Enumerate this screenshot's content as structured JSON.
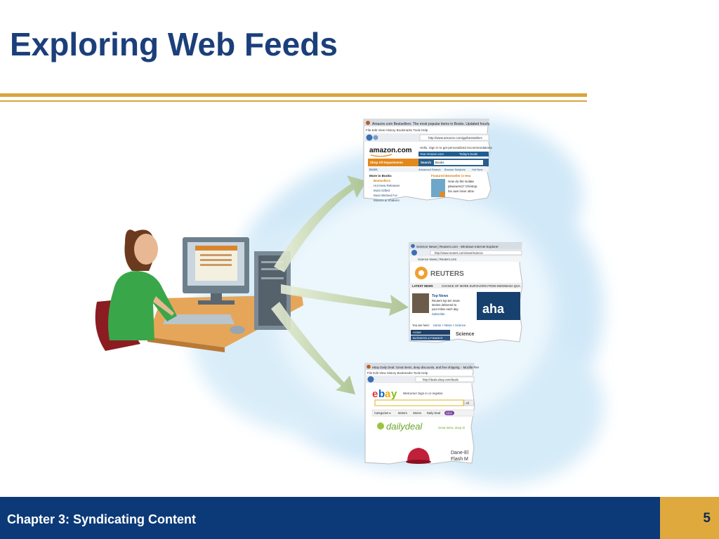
{
  "slide": {
    "title": "Exploring Web Feeds",
    "footer": "Chapter 3: Syndicating Content",
    "page_number": "5"
  },
  "colors": {
    "title": "#1b3f7a",
    "rule": "#d9a53c",
    "footer_bg": "#0c3a78",
    "page_box": "#e0a93e"
  },
  "browsers": {
    "amazon": {
      "window_title": "Amazon.com Bestsellers: The most popular items in Books. Updated hourly.",
      "menu": "File  Edit  View  History  Bookmarks  Tools  Help",
      "url": "http://www.amazon.com/gp/bestsellers",
      "logo": "amazon.com",
      "greeting": "Hello. Sign in to get personalized recommendations",
      "your_amazon": "Your Amazon.com",
      "todays_deals": "Today's Deals",
      "shop_all": "Shop All Departments",
      "search_label": "Search",
      "search_value": "Books",
      "nav_books": "Books",
      "advanced_search": "Advanced Search",
      "browse_subjects": "Browse Subjects",
      "new_releases": "Hot New",
      "more_in_books": "More in Books",
      "links": [
        "Bestsellers",
        "Hot New Releases",
        "Most Gifted",
        "Most Wished For",
        "Movers & Shakers"
      ],
      "featured": "Featured Bestseller in Hea",
      "featured_text": [
        "How do the isolate",
        "pleasures)? Christop",
        "his own inner ultra-"
      ]
    },
    "reuters": {
      "window_title": "Science News | Reuters.com - Windows Internet Explorer",
      "url": "http://www.reuters.com/news/science",
      "tab": "Science News | Reuters.com",
      "logo": "REUTERS",
      "latest_news": "LATEST NEWS",
      "ticker": "CHANCE OF MORE SURVIVORS FROM INDONESIA QUA",
      "top_news": "Top News",
      "top_news_text": [
        "Reuters top ten news",
        "stories delivered to",
        "your inbox each day."
      ],
      "subscribe": "Subscribe",
      "ad": "aha",
      "you_are_here": "You are here:",
      "breadcrumb": "Home > News > Science",
      "section_home": "HOME",
      "section_business": "BUSINESS & FINANCE",
      "section_title": "Science"
    },
    "ebay": {
      "window_title": "eBay Daily Deal: Great items, deep discounts, and free shipping. - Mozilla Fire",
      "menu": "File  Edit  View  History  Bookmarks  Tools  Help",
      "url": "http://deals.ebay.com/deals",
      "logo_letters": [
        "e",
        "b",
        "a",
        "y"
      ],
      "welcome": "Welcome! Sign in or register.",
      "search_button": "All",
      "nav": [
        "Categories ▾",
        "Motors",
        "Stores",
        "Daily Deal"
      ],
      "new_badge": "NEW",
      "daily_deal_logo": "dailydeal",
      "daily_deal_tag": "Great items, deep di",
      "product_text": [
        "Dane-El",
        "Flash M"
      ]
    }
  }
}
